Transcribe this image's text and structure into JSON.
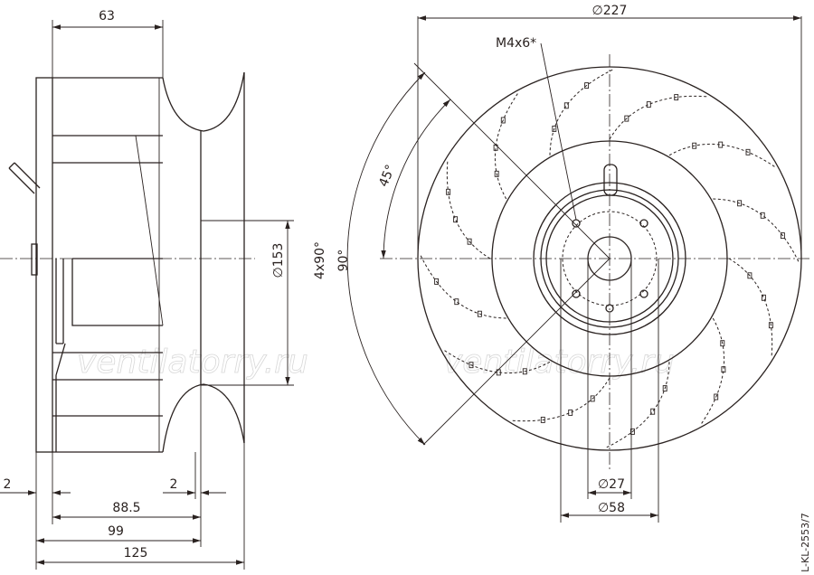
{
  "watermark": "ventilatorry.ru",
  "drawing_code": "L-KL-2553/7",
  "side_view": {
    "dims": {
      "top_width": "63",
      "diameter_inner": "∅153",
      "gap_left": "2",
      "gap_right": "2",
      "width_88": "88.5",
      "width_99": "99",
      "width_125": "125"
    }
  },
  "front_view": {
    "dims": {
      "outer_diameter": "∅227",
      "thread": "M4x6*",
      "angle_45": "45°",
      "angle_4x90": "4x90°",
      "angle_90": "90°",
      "shaft_diameter": "∅27",
      "hub_diameter": "∅58"
    },
    "blade_count": 12
  },
  "colors": {
    "line": "#2a2220",
    "background": "#ffffff"
  }
}
